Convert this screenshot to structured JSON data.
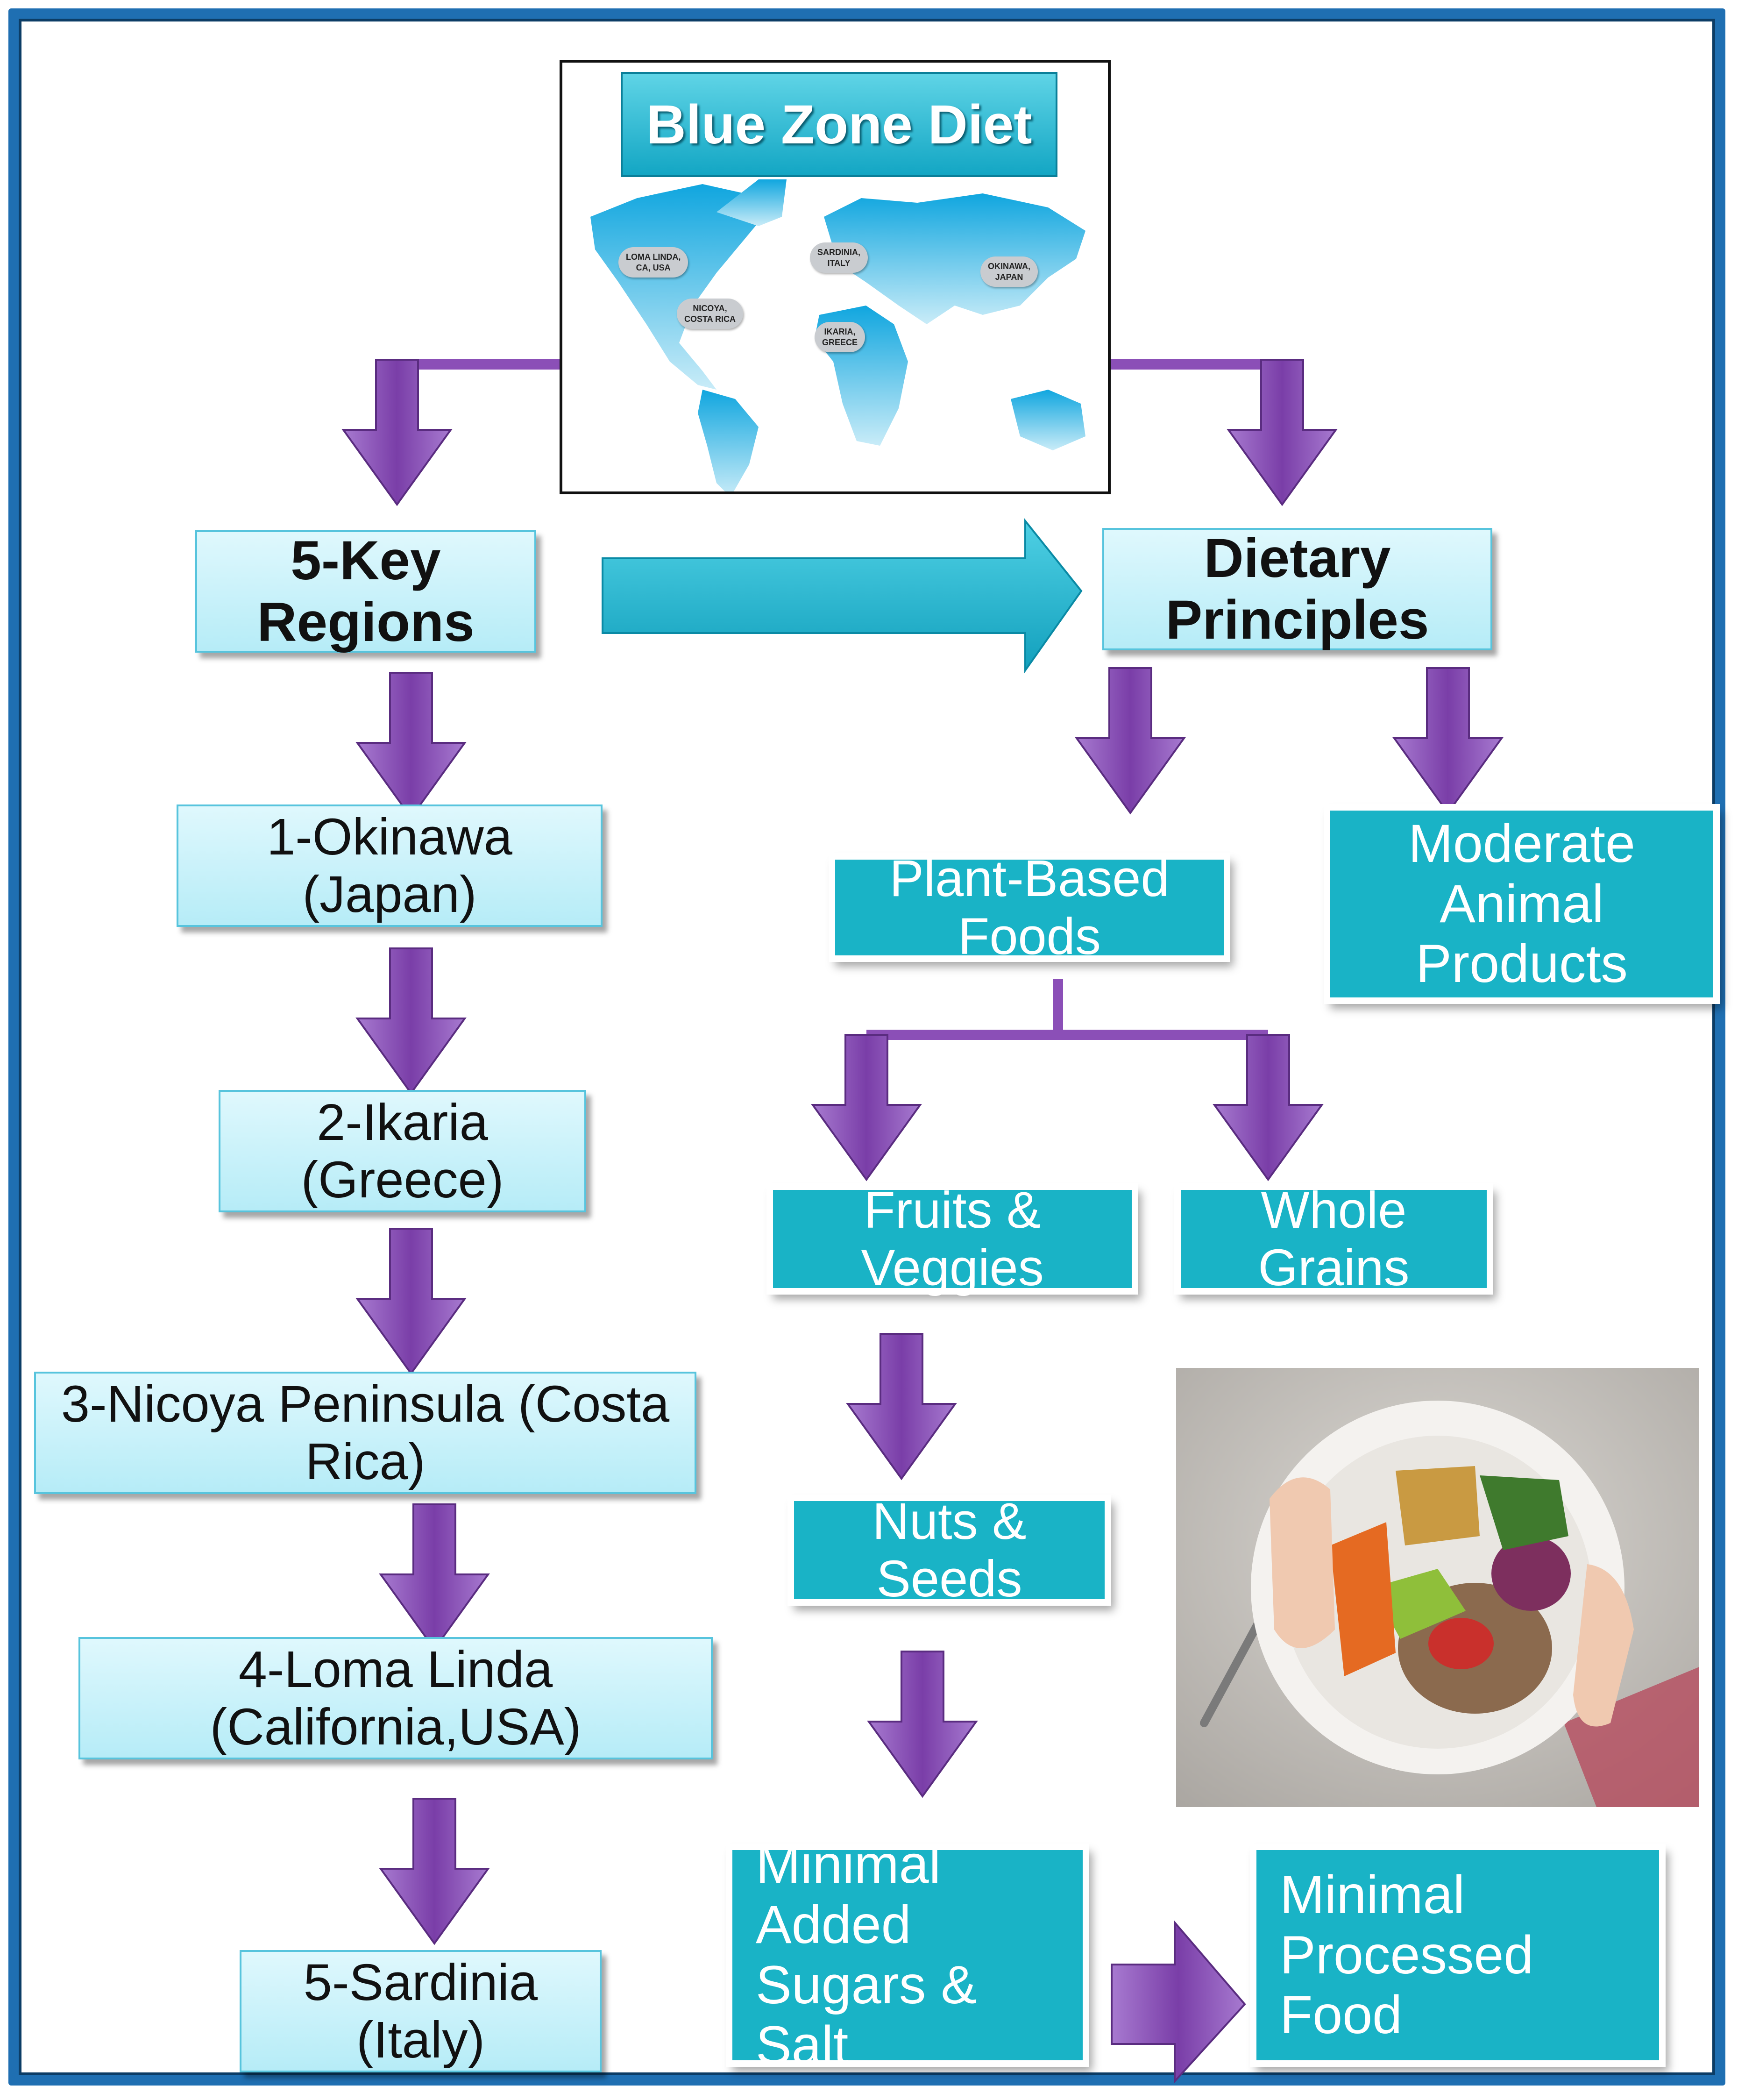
{
  "title": "Blue Zone Diet",
  "map_pins": [
    {
      "line1": "LOMA LINDA,",
      "line2": "CA, USA"
    },
    {
      "line1": "NICOYA,",
      "line2": "COSTA RICA"
    },
    {
      "line1": "SARDINIA,",
      "line2": "ITALY"
    },
    {
      "line1": "IKARIA,",
      "line2": "GREECE"
    },
    {
      "line1": "OKINAWA,",
      "line2": "JAPAN"
    }
  ],
  "regions": {
    "heading": "5-Key Regions",
    "items": [
      "1-Okinawa (Japan)",
      "2-Ikaria (Greece)",
      "3-Nicoya Peninsula (Costa Rica)",
      "4-Loma Linda (California,USA)",
      "5-Sardinia (Italy)"
    ]
  },
  "principles": {
    "heading": "Dietary Principles",
    "plant_based": "Plant-Based Foods",
    "moderate_animal": "Moderate Animal Products",
    "fruits_veggies": "Fruits & Veggies",
    "whole_grains": "Whole Grains",
    "nuts_seeds": "Nuts & Seeds",
    "minimal_sugars": "Minimal Added Sugars & Salt",
    "minimal_processed": "Minimal Processed Food"
  },
  "colors": {
    "frame": "#1f6fb2",
    "arrow_purple": "#8b4fb7",
    "box_teal": "#19b3c6",
    "box_light": "#c7f1f9"
  }
}
